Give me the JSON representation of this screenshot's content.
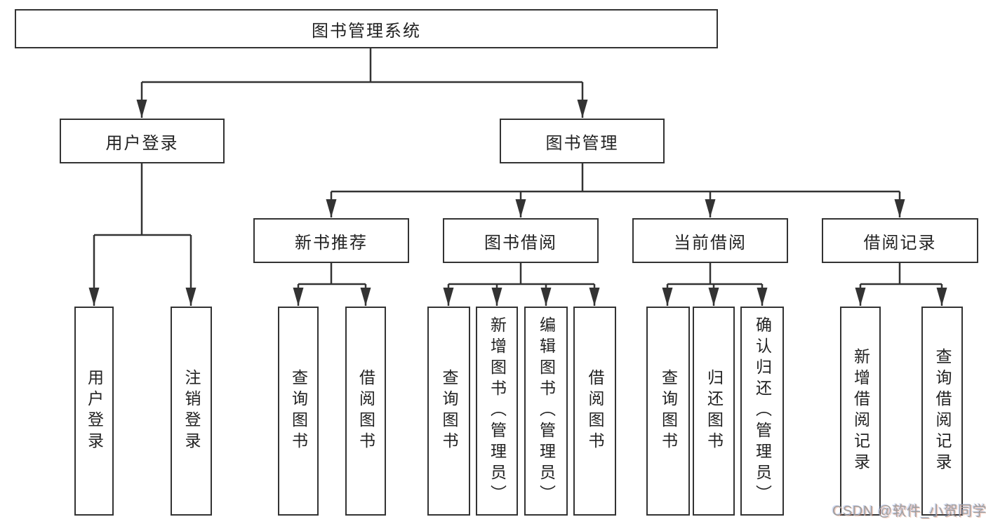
{
  "watermark": "CSDN @软件_小贺同学",
  "colors": {
    "line": "#333333",
    "text": "#222222",
    "watermark": "#9e9e9e",
    "background": "#ffffff"
  },
  "nodes": {
    "root": {
      "label": "图书管理系统"
    },
    "userLogin": {
      "label": "用户登录"
    },
    "bookMgmt": {
      "label": "图书管理"
    },
    "newBookRec": {
      "label": "新书推荐"
    },
    "bookBorrow": {
      "label": "图书借阅"
    },
    "currentBorrow": {
      "label": "当前借阅"
    },
    "borrowRecord": {
      "label": "借阅记录"
    },
    "leafUserLogin": {
      "label": "用户登录"
    },
    "leafLogout": {
      "label": "注销登录"
    },
    "leafQueryBookB": {
      "label": "查询图书"
    },
    "leafBorrowBookB": {
      "label": "借阅图书"
    },
    "leafQueryBookC": {
      "label": "查询图书"
    },
    "leafAddBook": {
      "label": "新增图书（管理员）"
    },
    "leafEditBook": {
      "label": "编辑图书（管理员）"
    },
    "leafBorrowBookC": {
      "label": "借阅图书"
    },
    "leafQueryBookD": {
      "label": "查询图书"
    },
    "leafReturnBook": {
      "label": "归还图书"
    },
    "leafConfirmReturn": {
      "label": "确认归还（管理员）"
    },
    "leafAddRecord": {
      "label": "新增借阅记录"
    },
    "leafQueryRecord": {
      "label": "查询借阅记录"
    }
  },
  "structure": [
    {
      "parent": "图书管理系统",
      "children": [
        "用户登录",
        "图书管理"
      ]
    },
    {
      "parent": "用户登录",
      "children": [
        "用户登录",
        "注销登录"
      ]
    },
    {
      "parent": "图书管理",
      "children": [
        "新书推荐",
        "图书借阅",
        "当前借阅",
        "借阅记录"
      ]
    },
    {
      "parent": "新书推荐",
      "children": [
        "查询图书",
        "借阅图书"
      ]
    },
    {
      "parent": "图书借阅",
      "children": [
        "查询图书",
        "新增图书（管理员）",
        "编辑图书（管理员）",
        "借阅图书"
      ]
    },
    {
      "parent": "当前借阅",
      "children": [
        "查询图书",
        "归还图书",
        "确认归还（管理员）"
      ]
    },
    {
      "parent": "借阅记录",
      "children": [
        "新增借阅记录",
        "查询借阅记录"
      ]
    }
  ]
}
